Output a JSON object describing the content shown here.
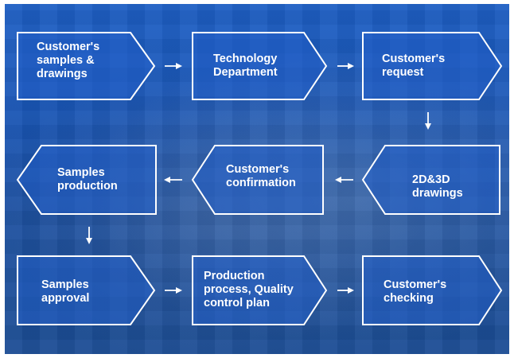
{
  "diagram": {
    "nodes": [
      {
        "id": "customers-samples",
        "label": "Customer's\nsamples &\ndrawings"
      },
      {
        "id": "technology-department",
        "label": "Technology\nDepartment"
      },
      {
        "id": "customers-request",
        "label": "Customer's\nrequest"
      },
      {
        "id": "drawings-2d3d",
        "label": "2D&3D\ndrawings"
      },
      {
        "id": "customers-confirmation",
        "label": "Customer's\nconfirmation"
      },
      {
        "id": "samples-production",
        "label": "Samples\nproduction"
      },
      {
        "id": "samples-approval",
        "label": "Samples\napproval"
      },
      {
        "id": "production-process",
        "label": "Production\nprocess, Quality\ncontrol plan"
      },
      {
        "id": "customers-checking",
        "label": "Customer's\nchecking"
      }
    ],
    "flow": [
      [
        "customers-samples",
        "technology-department"
      ],
      [
        "technology-department",
        "customers-request"
      ],
      [
        "customers-request",
        "drawings-2d3d"
      ],
      [
        "drawings-2d3d",
        "customers-confirmation"
      ],
      [
        "customers-confirmation",
        "samples-production"
      ],
      [
        "samples-production",
        "samples-approval"
      ],
      [
        "samples-approval",
        "production-process"
      ],
      [
        "production-process",
        "customers-checking"
      ]
    ],
    "colors": {
      "background": "#1b55b0",
      "node_fill": "#235fc8",
      "stroke": "#ffffff",
      "text": "#ffffff"
    }
  }
}
